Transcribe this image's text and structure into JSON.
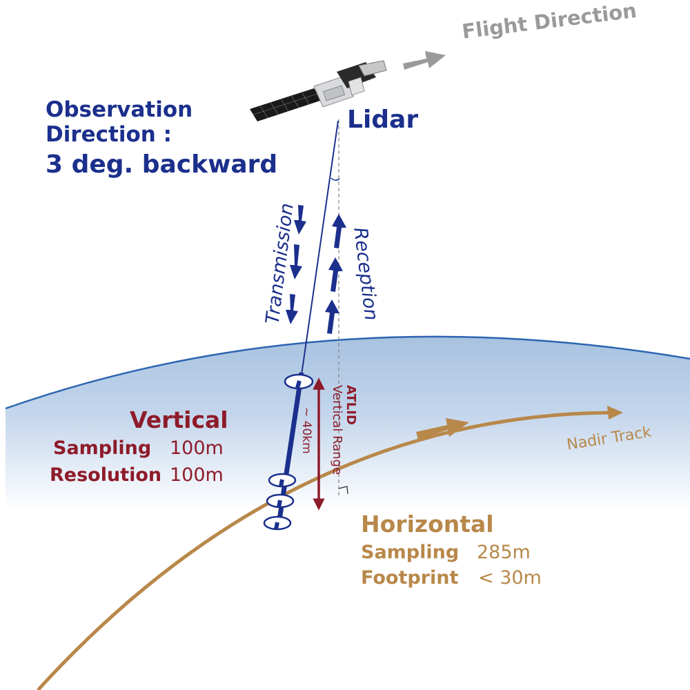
{
  "flight_direction": "Flight Direction",
  "observation": {
    "line1": "Observation",
    "line2": "Direction :",
    "line3": "3 deg. backward"
  },
  "lidar_label": "Lidar",
  "transmission_label": "Transmission",
  "reception_label": "Reception",
  "atlid_label": "ATLID",
  "vertical_range_label": "Vertical Range",
  "range_value": "~ 40km",
  "vertical": {
    "title": "Vertical",
    "sampling_label": "Sampling",
    "sampling_value": "100m",
    "resolution_label": "Resolution",
    "resolution_value": "100m"
  },
  "horizontal": {
    "title": "Horizontal",
    "sampling_label": "Sampling",
    "sampling_value": "285m",
    "footprint_label": "Footprint",
    "footprint_value": "< 30m"
  },
  "nadir_track_label": "Nadir Track",
  "colors": {
    "navy": "#1b2f8c",
    "dark_red": "#8e1b2a",
    "tan": "#b8884a",
    "grey": "#9a9a9a",
    "atmosphere_top": "#a9c3e0"
  }
}
